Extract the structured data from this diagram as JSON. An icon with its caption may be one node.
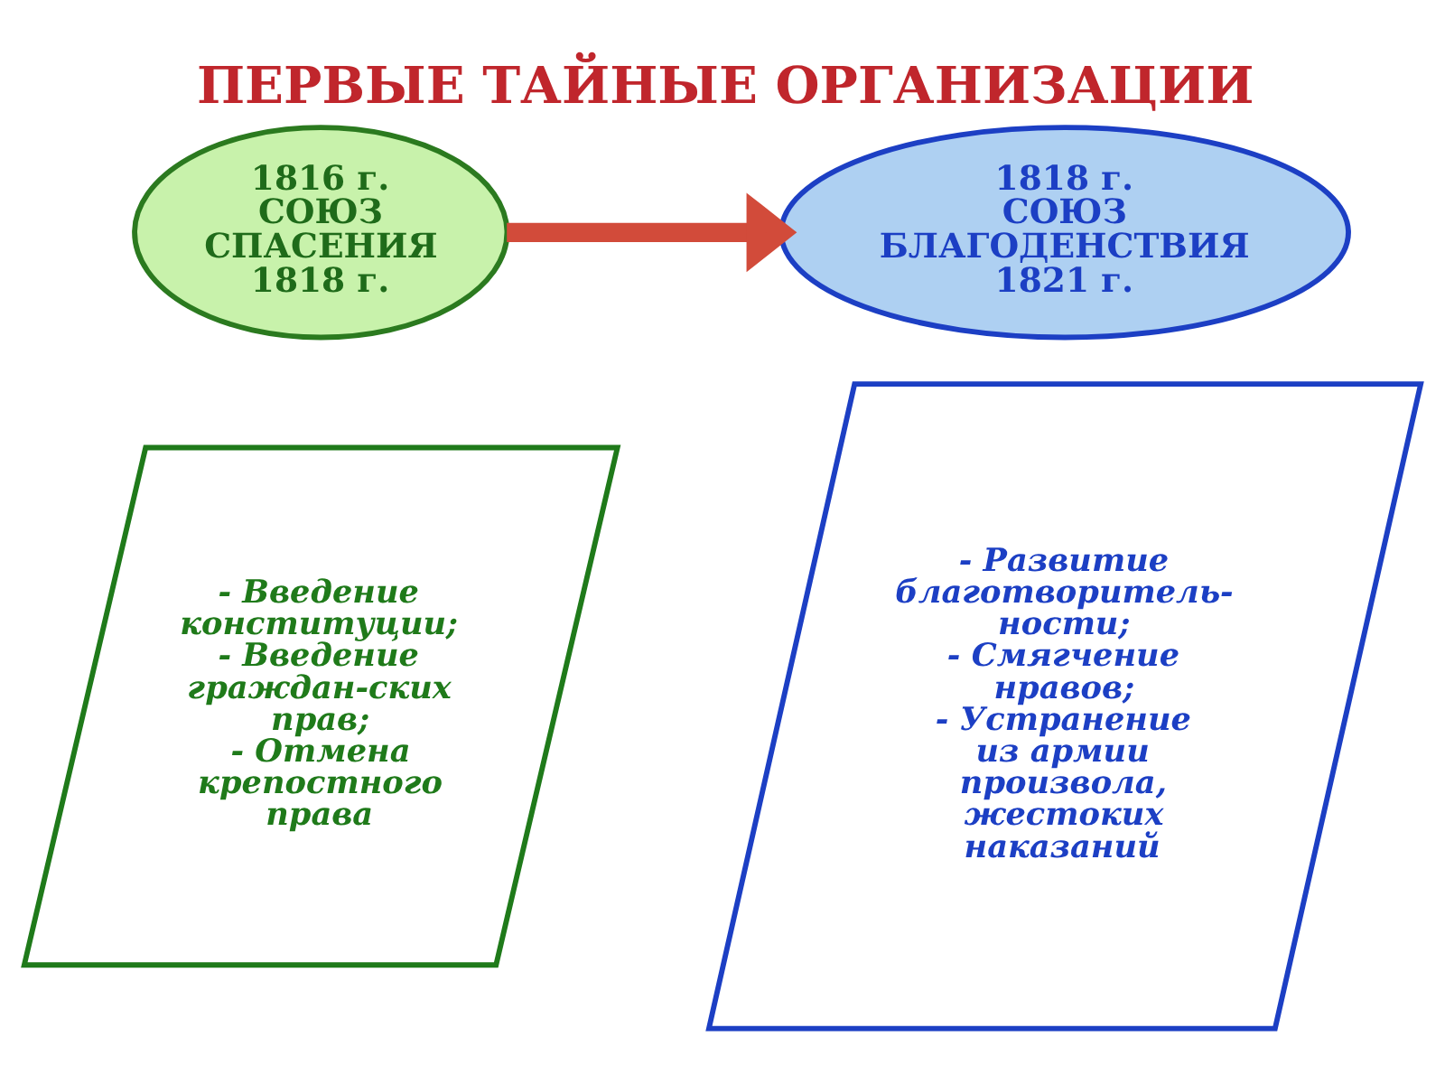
{
  "diagram": {
    "title": "ПЕРВЫЕ ТАЙНЫЕ ОРГАНИЗАЦИИ",
    "nodes": [
      {
        "text": [
          "1816 г.",
          "СОЮЗ СПАСЕНИЯ",
          "1818 г."
        ]
      },
      {
        "text": [
          "1818 г.",
          "СОЮЗ БЛАГОДЕНСТВИЯ",
          "1821 г."
        ]
      },
      {
        "text": [
          "- Введение конституции;",
          "- Введение граждан-ских прав;",
          "- Отмена крепостного права"
        ]
      },
      {
        "text": [
          "- Развитие благотворитель-ности;",
          "- Смягчение нравов;",
          "- Устранение из армии произвола, жестоких наказаний"
        ]
      }
    ],
    "edges": [
      {
        "from": 0,
        "to": 1,
        "arrow": "to",
        "color": "#d24b3a"
      }
    ]
  }
}
